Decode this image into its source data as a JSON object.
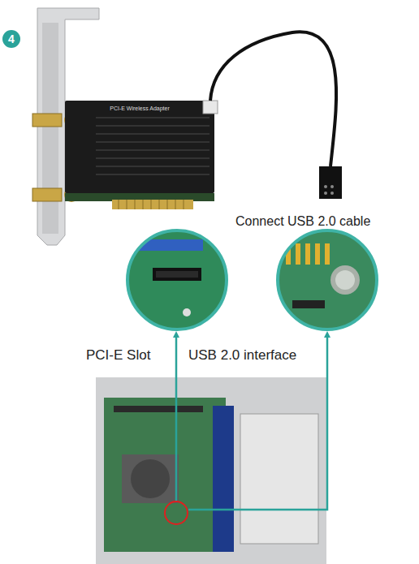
{
  "diagram": {
    "labels": [
      "4",
      "PCI-E Wireless Adapter",
      "Connect USB 2.0 cable",
      "PCI-E Slot",
      "USB 2.0 interface"
    ]
  }
}
